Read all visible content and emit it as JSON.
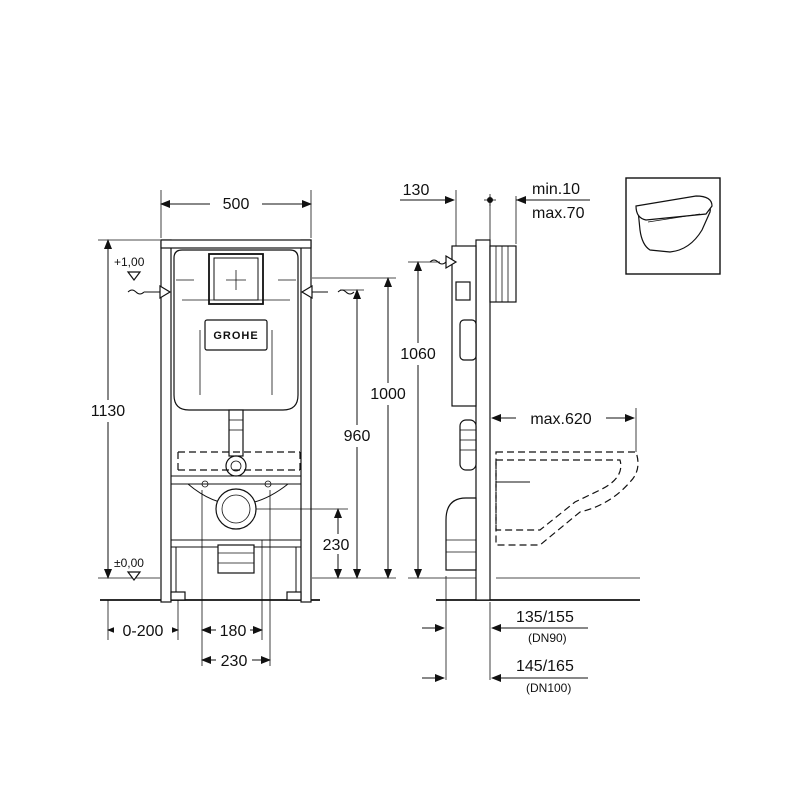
{
  "front_view": {
    "width": "500",
    "height_total": "1130",
    "level_top": "+1,00",
    "level_zero": "±0,00",
    "height_1000": "1000",
    "height_960": "960",
    "height_230": "230",
    "offset_0_200": "0-200",
    "spacing_180": "180",
    "spacing_230": "230",
    "brand": "GROHE"
  },
  "side_view": {
    "depth_130": "130",
    "wall_min": "min.10",
    "wall_max": "max.70",
    "height_1060": "1060",
    "projection_max": "max.620",
    "dn90_dim": "135/155",
    "dn90_label": "(DN90)",
    "dn100_dim": "145/165",
    "dn100_label": "(DN100)"
  },
  "icons": {
    "thumbnail": "wall-hung-toilet-icon"
  }
}
